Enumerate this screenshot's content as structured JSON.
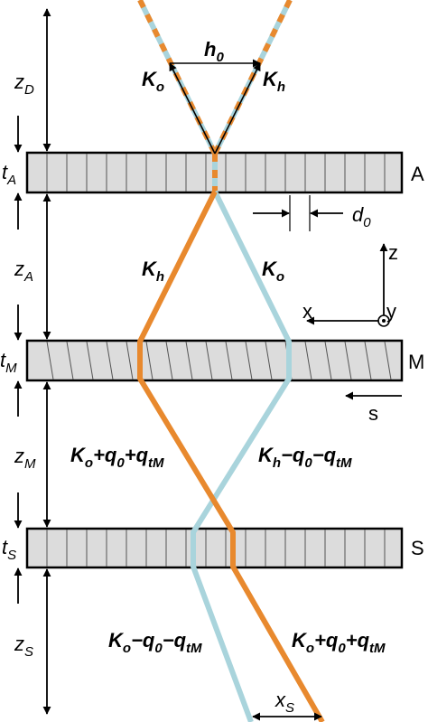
{
  "dimensions": {
    "z_D": {
      "main": "z",
      "sub": "D"
    },
    "t_A": {
      "main": "t",
      "sub": "A"
    },
    "z_A": {
      "main": "z",
      "sub": "A"
    },
    "t_M": {
      "main": "t",
      "sub": "M"
    },
    "z_M": {
      "main": "z",
      "sub": "M"
    },
    "t_S": {
      "main": "t",
      "sub": "S"
    },
    "z_S": {
      "main": "z",
      "sub": "S"
    }
  },
  "gratings": {
    "A": "A",
    "M": "M",
    "S": "S"
  },
  "period": {
    "main": "d",
    "sub": "0"
  },
  "shift": {
    "main": "x",
    "sub": "S"
  },
  "axes": {
    "z": "z",
    "x": "x",
    "y": "y",
    "s": "s"
  },
  "beams": {
    "h0": {
      "main": "h",
      "sub": "0"
    },
    "top_left": {
      "main": "K",
      "sub": "o"
    },
    "top_right": {
      "main": "K",
      "sub": "h"
    },
    "mid_orange": {
      "main": "K",
      "sub": "h"
    },
    "mid_blue": {
      "main": "K",
      "sub": "o"
    },
    "lower_orange": {
      "k": "K",
      "k_sub": "o",
      "op1": "+",
      "q": "q",
      "q_sub": "0",
      "op2": "+",
      "qt": "q",
      "qt_sub": "tM"
    },
    "lower_blue": {
      "k": "K",
      "k_sub": "h",
      "op1": "−",
      "q": "q",
      "q_sub": "0",
      "op2": "−",
      "qt": "q",
      "qt_sub": "tM"
    },
    "bottom_blue": {
      "k": "K",
      "k_sub": "o",
      "op1": "−",
      "q": "q",
      "q_sub": "0",
      "op2": "−",
      "qt": "q",
      "qt_sub": "tM"
    },
    "bottom_orange": {
      "k": "K",
      "k_sub": "o",
      "op1": "+",
      "q": "q",
      "q_sub": "0",
      "op2": "+",
      "qt": "q",
      "qt_sub": "tM"
    }
  },
  "colors": {
    "orange_beam": "#E8892E",
    "blue_beam": "#A9D4DC",
    "grating_fill": "#DCDCDC",
    "line": "#000000"
  }
}
